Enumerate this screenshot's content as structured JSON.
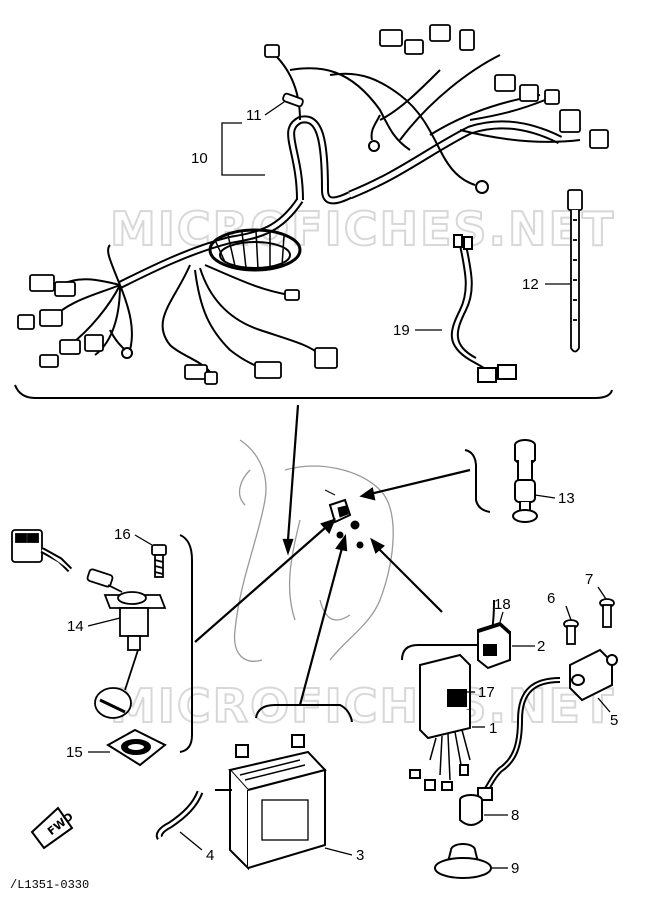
{
  "diagram": {
    "watermark_top": "MICROFICHES.NET",
    "watermark_bottom": "MICROFICHES.NET",
    "reference_code": "/L1351-0330",
    "direction_marker": "FWD"
  },
  "callouts": [
    {
      "id": "callout-1",
      "label": "1"
    },
    {
      "id": "callout-2",
      "label": "2"
    },
    {
      "id": "callout-3",
      "label": "3"
    },
    {
      "id": "callout-4",
      "label": "4"
    },
    {
      "id": "callout-5",
      "label": "5"
    },
    {
      "id": "callout-6",
      "label": "6"
    },
    {
      "id": "callout-7",
      "label": "7"
    },
    {
      "id": "callout-8",
      "label": "8"
    },
    {
      "id": "callout-9",
      "label": "9"
    },
    {
      "id": "callout-10",
      "label": "10"
    },
    {
      "id": "callout-11",
      "label": "11"
    },
    {
      "id": "callout-12",
      "label": "12"
    },
    {
      "id": "callout-13",
      "label": "13"
    },
    {
      "id": "callout-14",
      "label": "14"
    },
    {
      "id": "callout-15",
      "label": "15"
    },
    {
      "id": "callout-16",
      "label": "16"
    },
    {
      "id": "callout-17",
      "label": "17"
    },
    {
      "id": "callout-18",
      "label": "18"
    },
    {
      "id": "callout-19",
      "label": "19"
    }
  ]
}
